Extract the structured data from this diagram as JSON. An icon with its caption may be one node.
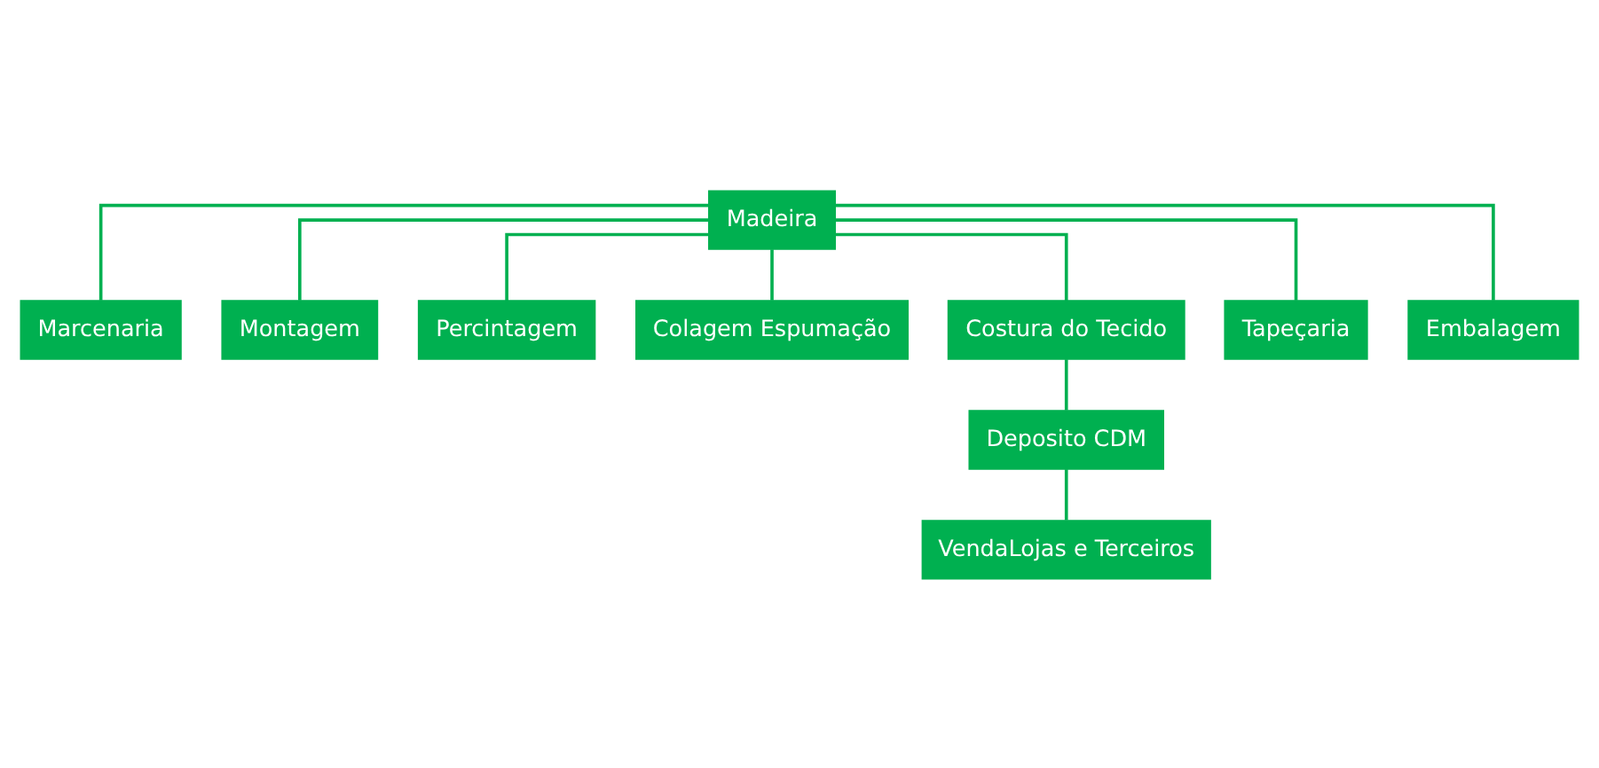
{
  "diagram": {
    "nodes": [
      {
        "text": [
          "Madeira"
        ]
      },
      {
        "text": [
          "Marcenaria"
        ]
      },
      {
        "text": [
          "Montagem"
        ]
      },
      {
        "text": [
          "Percintagem"
        ]
      },
      {
        "text": [
          "Colagem Espumação"
        ]
      },
      {
        "text": [
          "Costura do Tecido"
        ]
      },
      {
        "text": [
          "Tapeçaria"
        ]
      },
      {
        "text": [
          "Embalagem"
        ]
      },
      {
        "text": [
          "Deposito CDM"
        ]
      },
      {
        "text": [
          "VendaLojas e Terceiros"
        ]
      }
    ],
    "edges": [
      {
        "from": 0,
        "to": 1,
        "arrow": "none"
      },
      {
        "from": 0,
        "to": 2,
        "arrow": "none"
      },
      {
        "from": 0,
        "to": 3,
        "arrow": "none"
      },
      {
        "from": 0,
        "to": 4,
        "arrow": "none"
      },
      {
        "from": 0,
        "to": 5,
        "arrow": "none"
      },
      {
        "from": 0,
        "to": 6,
        "arrow": "none"
      },
      {
        "from": 0,
        "to": 7,
        "arrow": "none"
      },
      {
        "from": 5,
        "to": 8,
        "arrow": "none"
      },
      {
        "from": 8,
        "to": 9,
        "arrow": "none"
      }
    ]
  }
}
